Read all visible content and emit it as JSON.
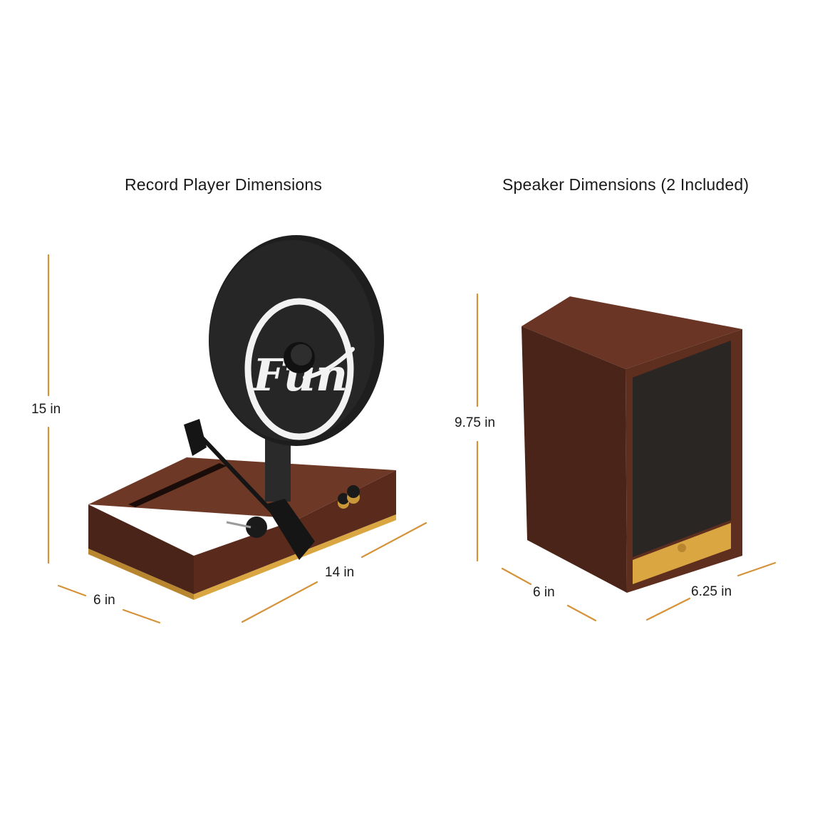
{
  "record_player": {
    "title": "Record Player Dimensions",
    "height_label": "15 in",
    "depth_label": "6 in",
    "width_label": "14 in",
    "logo_text": "Fun"
  },
  "speaker": {
    "title": "Speaker Dimensions (2 Included)",
    "height_label": "9.75 in",
    "depth_label": "6 in",
    "width_label": "6.25 in"
  },
  "colors": {
    "dimension_line": "#d4933a",
    "wood_dark": "#4a2418",
    "wood_mid": "#5e2e1f",
    "wood_light": "#6e3826",
    "brass": "#d9a641",
    "grille": "#2a2624",
    "vinyl": "#1e1e1e"
  }
}
